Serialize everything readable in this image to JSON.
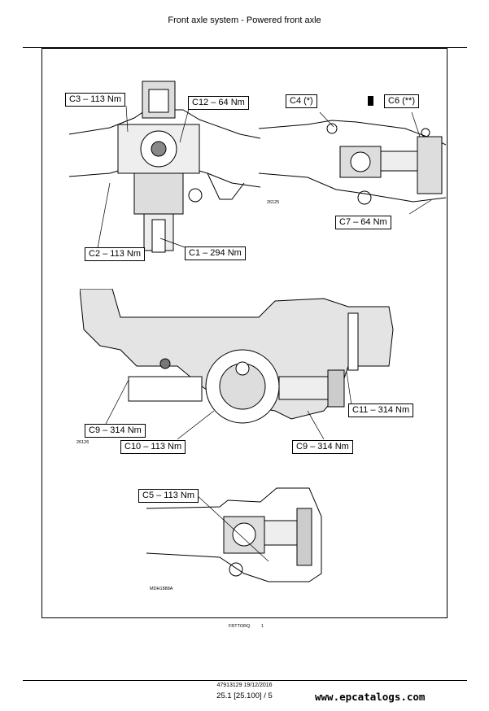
{
  "header": {
    "title": "Front axle system - Powered front axle"
  },
  "labels": {
    "c3": "C3 – 113 Nm",
    "c12": "C12 – 64 Nm",
    "c4": "C4 (*)",
    "c6": "C6 (**)",
    "c7": "C7 – 64 Nm",
    "c2": "C2 – 113 Nm",
    "c1": "C1 – 294 Nm",
    "c11": "C11 – 314 Nm",
    "c9a": "C9 – 314 Nm",
    "c10": "C10 – 113 Nm",
    "c9b": "C9 – 314 Nm",
    "c5": "C5 – 113 Nm"
  },
  "figure_codes": {
    "fig1": "26125",
    "fig2": "26126",
    "fig3": "MDH1888A"
  },
  "footer": {
    "code": "FRTTORQ",
    "number": "1",
    "doc_id": "47913129 19/12/2016",
    "page_ref": "25.1 [25.100] / 5",
    "watermark": "www.epcatalogs.com"
  }
}
